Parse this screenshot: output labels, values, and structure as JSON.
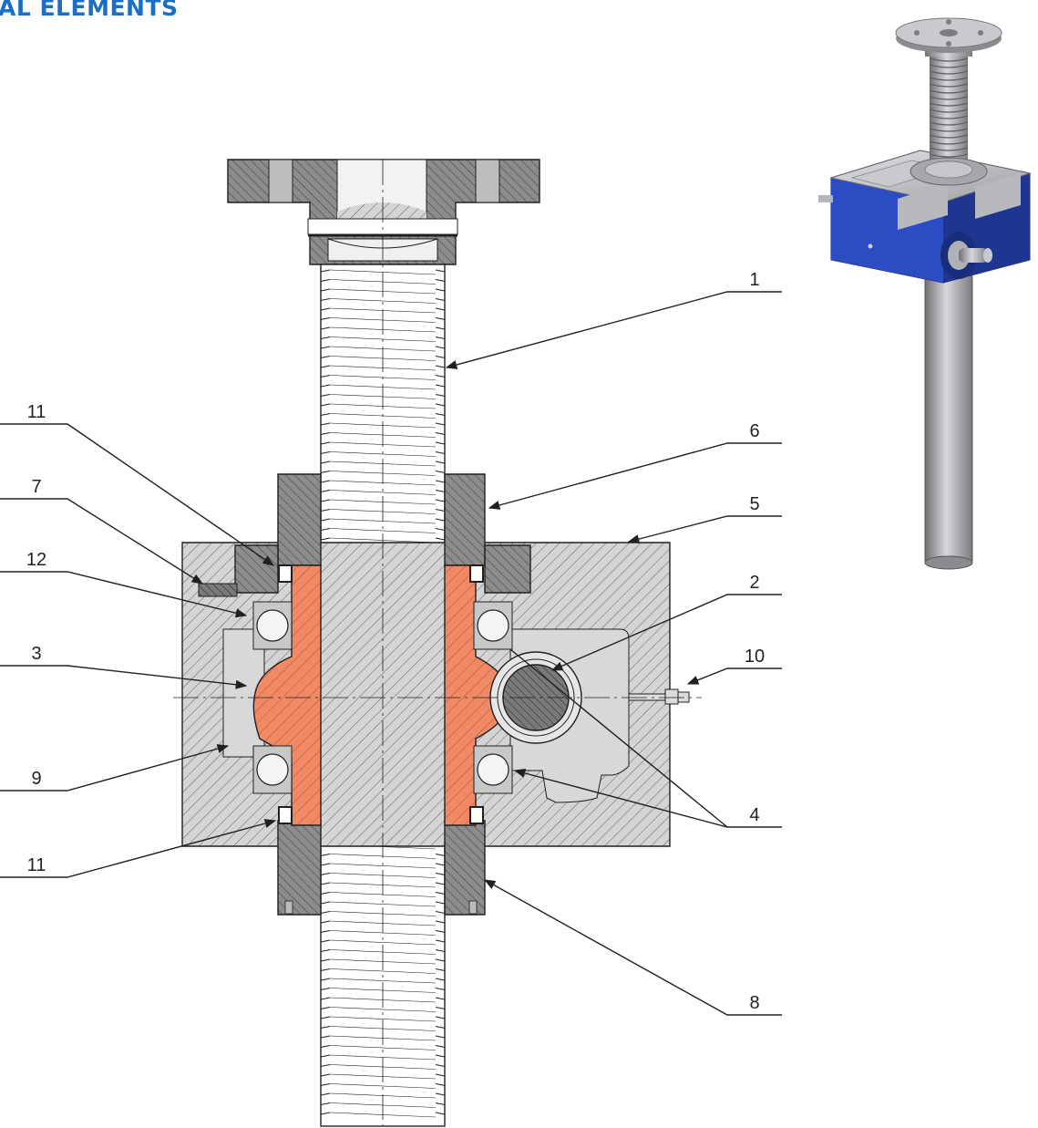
{
  "heading": "AL ELEMENTS",
  "colors": {
    "heading": "#1a6fc4",
    "housing": "#d4d4d4",
    "cover_parts": "#8c8c8c",
    "worm_wheel": "#f08a66",
    "product_body": "#2a48b8",
    "line": "#231f20"
  },
  "callouts": [
    {
      "id": "c1",
      "label": "1"
    },
    {
      "id": "c2",
      "label": "2"
    },
    {
      "id": "c3",
      "label": "3"
    },
    {
      "id": "c4",
      "label": "4"
    },
    {
      "id": "c5",
      "label": "5"
    },
    {
      "id": "c6",
      "label": "6"
    },
    {
      "id": "c7",
      "label": "7"
    },
    {
      "id": "c8",
      "label": "8"
    },
    {
      "id": "c9",
      "label": "9"
    },
    {
      "id": "c10",
      "label": "10"
    },
    {
      "id": "c11a",
      "label": "11"
    },
    {
      "id": "c11b",
      "label": "11"
    },
    {
      "id": "c12",
      "label": "12"
    }
  ]
}
